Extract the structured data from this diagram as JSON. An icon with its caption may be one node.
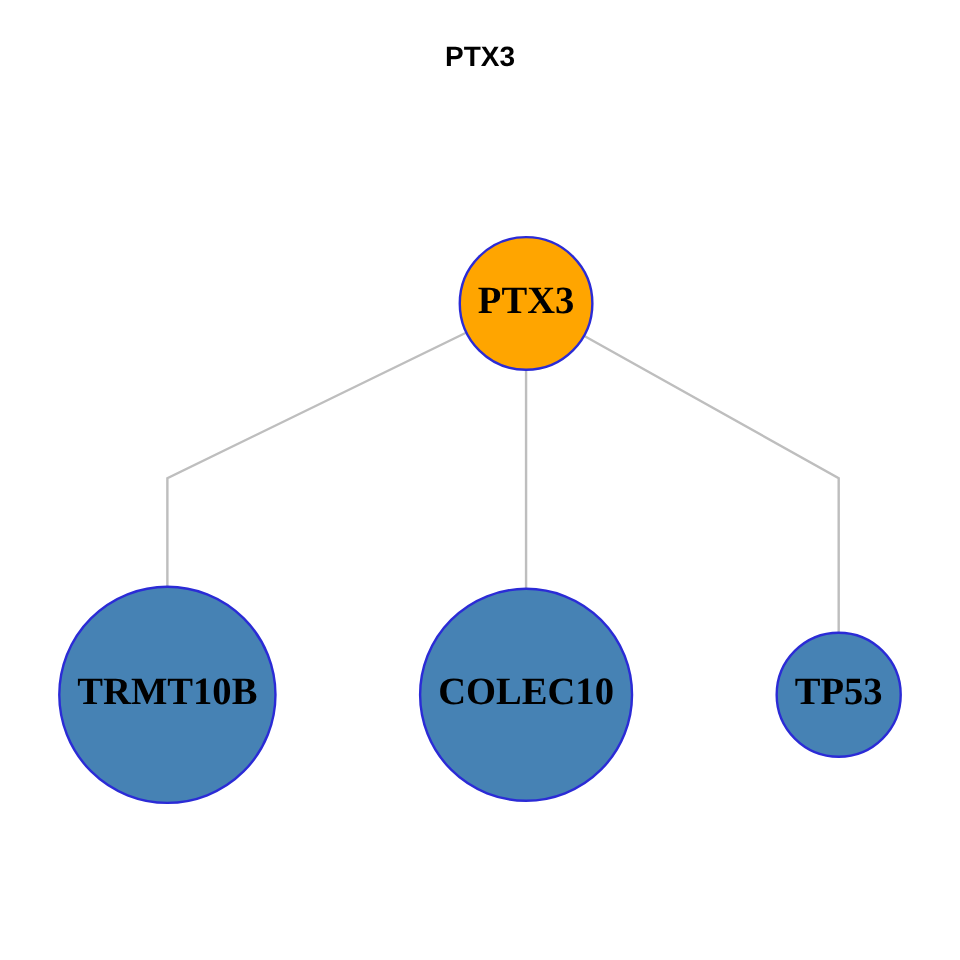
{
  "diagram": {
    "title": "PTX3",
    "nodes": [
      {
        "text": [
          "TRMT10B"
        ]
      },
      {
        "text": [
          "PTX3"
        ]
      },
      {
        "text": [
          "COLEC10"
        ]
      },
      {
        "text": [
          "TP53"
        ]
      }
    ],
    "edges": [
      {
        "from": 1,
        "to": 0,
        "arrow": "none"
      },
      {
        "from": 1,
        "to": 2,
        "arrow": "none"
      },
      {
        "from": 1,
        "to": 3,
        "arrow": "none"
      }
    ]
  }
}
